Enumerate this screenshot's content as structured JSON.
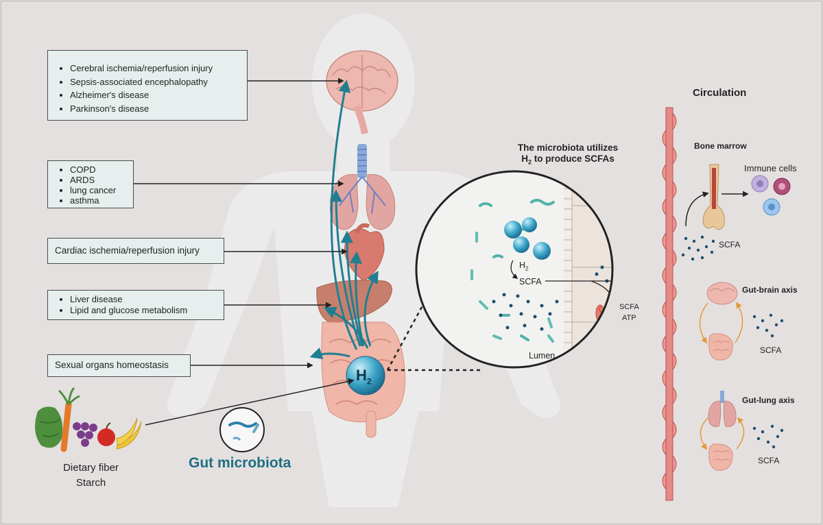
{
  "diseases": {
    "brain": [
      "Cerebral ischemia/reperfusion injury",
      "Sepsis-associated encephalopathy",
      "Alzheimer's disease",
      "Parkinson's disease"
    ],
    "lung": [
      "COPD",
      "ARDS",
      "lung cancer",
      "asthma"
    ],
    "heart": "Cardiac ischemia/reperfusion injury",
    "liver": [
      "Liver disease",
      "Lipid and glucose metabolism"
    ],
    "sexual": "Sexual organs homeostasis"
  },
  "diet": {
    "line1": "Dietary fiber",
    "line2": "Starch"
  },
  "gut_microbiota": "Gut microbiota",
  "h2": {
    "main": "H",
    "sub": "2"
  },
  "zoom": {
    "title1": "The microbiota utilizes",
    "title2_pre": "H",
    "title2_sub": "2",
    "title2_post": " to produce SCFAs",
    "h2_main": "H",
    "h2_sub": "2",
    "scfa": "SCFA",
    "scfa2": "SCFA",
    "atp": "ATP",
    "lumen": "Lumen"
  },
  "circulation": {
    "title": "Circulation",
    "bone_marrow": "Bone marrow",
    "immune_cells": "Immune cells",
    "scfa_bm": "SCFA",
    "gut_brain": "Gut-brain axis",
    "scfa_gb": "SCFA",
    "gut_lung": "Gut-lung axis",
    "scfa_gl": "SCFA"
  },
  "colors": {
    "arrow": "#1f7f91",
    "box_bg": "#e6efed",
    "vessel": "#e58a87",
    "background": "#e4e0df",
    "microbiota_text": "#1e6f84"
  }
}
